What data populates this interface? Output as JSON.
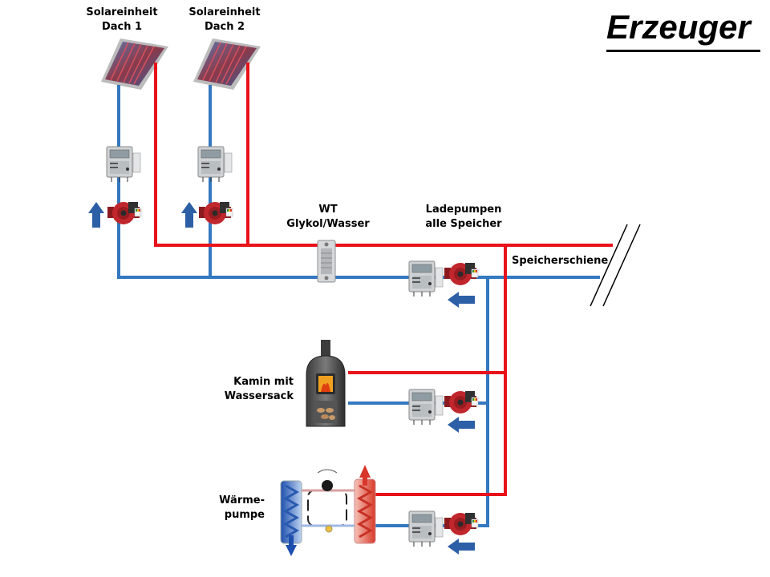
{
  "title": "Erzeuger",
  "labels": {
    "solar1_line1": "Solareinheit",
    "solar1_line2": "Dach 1",
    "solar2_line1": "Solareinheit",
    "solar2_line2": "Dach 2",
    "wt_line1": "WT",
    "wt_line2": "Glykol/Wasser",
    "pumps_line1": "Ladepumpen",
    "pumps_line2": "alle Speicher",
    "rail": "Speicherschiene",
    "stove_line1": "Kamin mit",
    "stove_line2": "Wassersack",
    "hp_line1": "Wärme-",
    "hp_line2": "pumpe"
  },
  "colors": {
    "hot_pipe": "#e8121a",
    "cold_pipe": "#3478c0",
    "arrow": "#2d5fa6",
    "pump_body": "#c0272d",
    "text": "#000000"
  },
  "icons": [
    "solar-collector-icon",
    "controller-icon",
    "circulation-pump-icon",
    "heat-exchanger-icon",
    "stove-icon",
    "heat-pump-icon",
    "flow-arrow-icon"
  ]
}
